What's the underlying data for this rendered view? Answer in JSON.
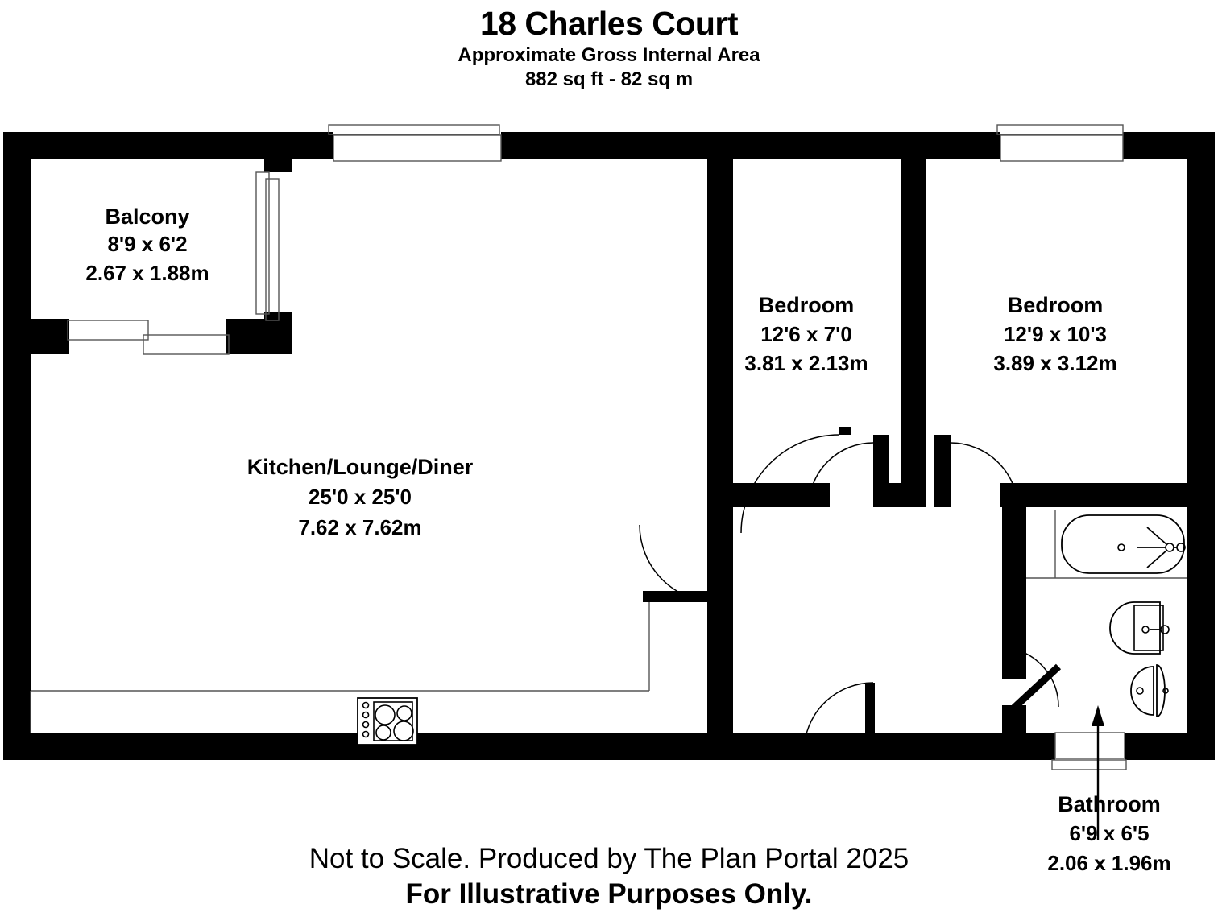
{
  "header": {
    "title": "18 Charles Court",
    "subtitle": "Approximate Gross Internal Area",
    "area": "882 sq ft - 82 sq m"
  },
  "rooms": [
    {
      "key": "balcony",
      "name": "Balcony",
      "dim_imperial": "8'9 x 6'2",
      "dim_metric": "2.67 x 1.88m"
    },
    {
      "key": "kitchen_lounge_diner",
      "name": "Kitchen/Lounge/Diner",
      "dim_imperial": "25'0 x 25'0",
      "dim_metric": "7.62 x 7.62m"
    },
    {
      "key": "bedroom_1",
      "name": "Bedroom",
      "dim_imperial": "12'6 x 7'0",
      "dim_metric": "3.81 x 2.13m"
    },
    {
      "key": "bedroom_2",
      "name": "Bedroom",
      "dim_imperial": "12'9 x 10'3",
      "dim_metric": "3.89 x 3.12m"
    },
    {
      "key": "bathroom",
      "name": "Bathroom",
      "dim_imperial": "6'9 x 6'5",
      "dim_metric": "2.06 x 1.96m"
    }
  ],
  "fixtures": [
    {
      "name": "bathtub-icon"
    },
    {
      "name": "shower-icon"
    },
    {
      "name": "sink-icon"
    },
    {
      "name": "toilet-icon"
    },
    {
      "name": "hob-icon"
    }
  ],
  "footer": {
    "line1": "Not to Scale. Produced by The Plan Portal 2025",
    "line2": "For Illustrative Purposes Only."
  },
  "colors": {
    "wall": "#000000",
    "background": "#ffffff",
    "text": "#000000",
    "thin_line": "#555555"
  }
}
